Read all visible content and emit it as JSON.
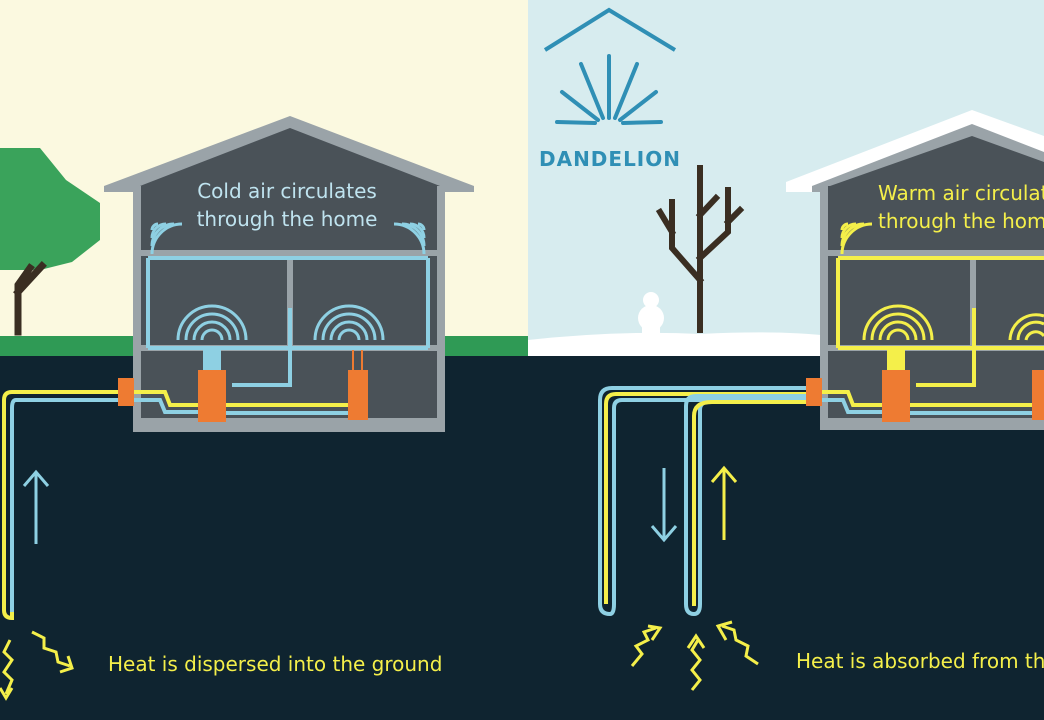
{
  "brand": {
    "name": "DANDELION"
  },
  "summer": {
    "house_caption_line1": "Cold air circulates",
    "house_caption_line2": "through the home",
    "ground_caption": "Heat is dispersed into the ground"
  },
  "winter": {
    "house_caption_line1": "Warm air circulates",
    "house_caption_line2": "through the home",
    "ground_caption": "Heat is absorbed from the ground"
  },
  "colors": {
    "summer_sky": "#fbf9e0",
    "winter_sky": "#d7ecef",
    "ground": "#0f2430",
    "grass": "#2f9a55",
    "snow": "#ffffff",
    "house_wall": "#4a5258",
    "house_frame": "#9aa3a8",
    "roof_snow": "#ffffff",
    "tree_green": "#3aa35b",
    "tree_trunk": "#3a2e22",
    "cold_pipe": "#8ed0e3",
    "warm_pipe": "#f4ef4a",
    "pump_orange": "#ee7b32",
    "cold_text": "#bfe3ef",
    "warm_text": "#f4ef4a",
    "logo_blue": "#2f8fb5"
  },
  "icons": [
    "tree-icon",
    "bare-tree-icon",
    "snowman-icon",
    "dandelion-logo-icon",
    "heat-wave-icon",
    "arrow-up-icon",
    "arrow-down-icon",
    "squiggle-heat-arrow-icon"
  ]
}
